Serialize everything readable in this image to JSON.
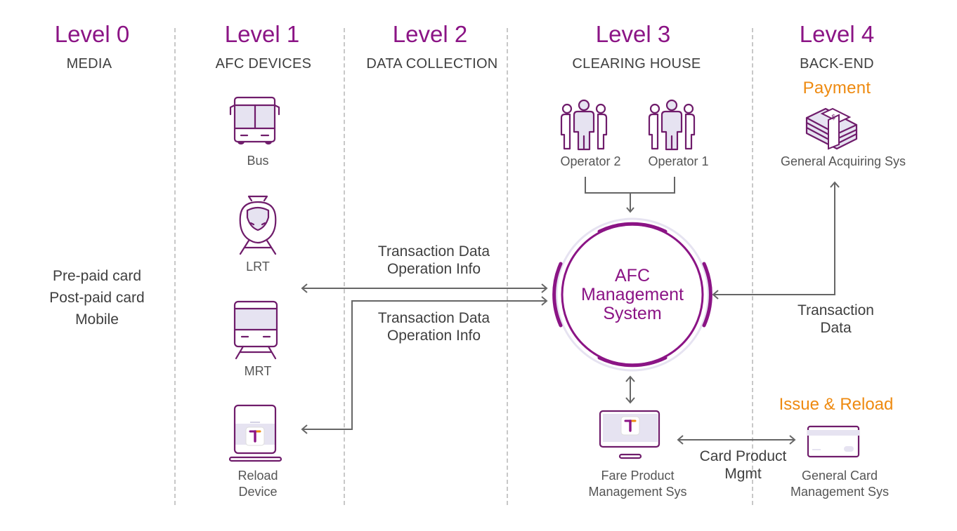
{
  "colors": {
    "accent": "#8b1485",
    "icon": "#6f1c6b",
    "highlight": "#ee8a10",
    "text": "#444444",
    "arrow": "#666666"
  },
  "levels": [
    {
      "title": "Level 0",
      "subtitle": "MEDIA"
    },
    {
      "title": "Level 1",
      "subtitle": "AFC DEVICES"
    },
    {
      "title": "Level 2",
      "subtitle": "DATA COLLECTION"
    },
    {
      "title": "Level 3",
      "subtitle": "CLEARING HOUSE"
    },
    {
      "title": "Level 4",
      "subtitle": "BACK-END",
      "tag": "Payment"
    }
  ],
  "media": [
    "Pre-paid card",
    "Post-paid card",
    "Mobile"
  ],
  "devices": [
    {
      "icon": "bus-icon",
      "label": "Bus"
    },
    {
      "icon": "lrt-icon",
      "label": "LRT"
    },
    {
      "icon": "mrt-icon",
      "label": "MRT"
    },
    {
      "icon": "reload-device-icon",
      "label_line1": "Reload",
      "label_line2": "Device"
    }
  ],
  "flows": {
    "upper": {
      "line1": "Transaction Data",
      "line2": "Operation Info"
    },
    "lower": {
      "line1": "Transaction Data",
      "line2": "Operation Info"
    },
    "backend": {
      "line1": "Transaction",
      "line2": "Data"
    },
    "card_product": {
      "line1": "Card Product",
      "line2": "Mgmt"
    }
  },
  "operators": [
    {
      "icon": "group-icon",
      "label": "Operator 2"
    },
    {
      "icon": "group-icon",
      "label": "Operator 1"
    }
  ],
  "afc_system": {
    "line1": "AFC",
    "line2": "Management",
    "line3": "System"
  },
  "acquiring": {
    "icon": "money-stack-icon",
    "label": "General Acquiring Sys"
  },
  "fare_product": {
    "icon": "monitor-icon",
    "line1": "Fare Product",
    "line2": "Management Sys"
  },
  "card_mgmt": {
    "tag": "Issue & Reload",
    "icon": "card-icon",
    "line1": "General Card",
    "line2": "Management Sys"
  }
}
